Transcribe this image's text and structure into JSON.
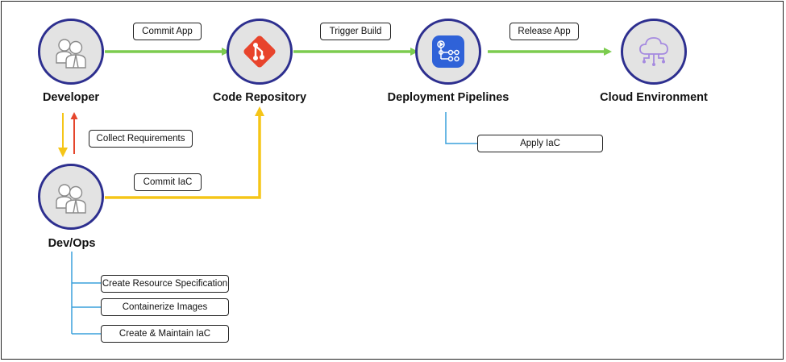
{
  "nodes": {
    "developer": "Developer",
    "code_repository": "Code Repository",
    "deployment_pipelines": "Deployment Pipelines",
    "cloud_environment": "Cloud Environment",
    "devops": "Dev/Ops"
  },
  "edges": {
    "commit_app": "Commit App",
    "trigger_build": "Trigger Build",
    "release_app": "Release App",
    "collect_requirements": "Collect Requirements",
    "commit_iac": "Commit IaC",
    "apply_iac": "Apply IaC"
  },
  "devops_tasks": [
    "Create Resource Specification",
    "Containerize Images",
    "Create & Maintain IaC"
  ],
  "colors": {
    "green": "#7ccc4f",
    "yellow": "#f5c518",
    "red": "#e5462c",
    "blue": "#3aa0dc",
    "node_border": "#2d2f8f",
    "git_orange": "#e8442c",
    "pipeline_blue": "#2f62d8",
    "cloud_purple": "#a58ae0"
  },
  "icons": [
    "people-icon",
    "git-icon",
    "pipeline-icon",
    "cloud-network-icon"
  ]
}
